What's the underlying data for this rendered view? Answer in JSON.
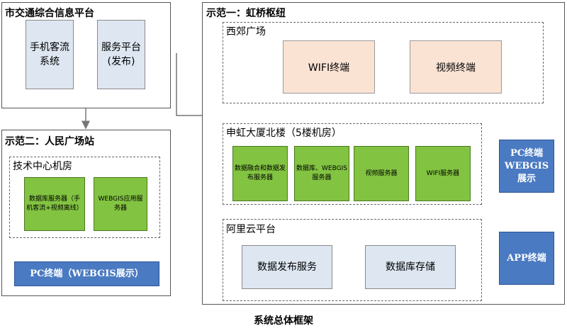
{
  "caption": "系统总体框架",
  "city": {
    "title": "市交通综合信息平台",
    "box1": "手机客流系统",
    "box2": "服务平台(发布)"
  },
  "demo2": {
    "title": "示范二：人民广场站",
    "room": {
      "title": "技术中心机房",
      "server1": "数据库服务器（手机客流+视频离线）",
      "server2": "WEBGIS应用服务器"
    },
    "pc": "PC终端（WEBGIS展示）"
  },
  "demo1": {
    "title": "示范一：虹桥枢纽",
    "plaza": {
      "title": "西郊广场",
      "wifi": "WIFI终端",
      "video": "视频终端"
    },
    "building": {
      "title": "申虹大厦北楼（5楼机房）",
      "servers": [
        "数据融合和数据发布服务器",
        "数据库、WEBGIS服务器",
        "视频服务器",
        "WIFI服务器"
      ]
    },
    "cloud": {
      "title": "阿里云平台",
      "service1": "数据发布服务",
      "service2": "数据库存储"
    },
    "pc": "PC终端WEBGIS展示",
    "app": "APP终端"
  }
}
